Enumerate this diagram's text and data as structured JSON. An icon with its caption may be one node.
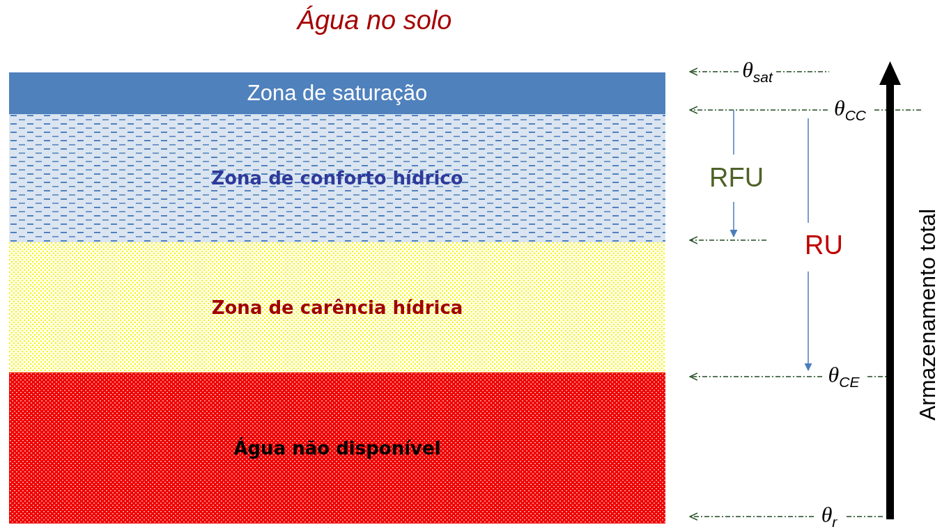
{
  "diagram": {
    "title": "Água no solo",
    "nodes": [
      {
        "text": [
          "Zona de saturação"
        ]
      },
      {
        "text": [
          "Zona de conforto hídrico"
        ]
      },
      {
        "text": [
          "Zona de carência hídrica"
        ]
      },
      {
        "text": [
          "Água não disponível"
        ]
      },
      {
        "text": [
          "θ$_{sat}$"
        ]
      },
      {
        "text": [
          "θ$_{CC}$"
        ]
      },
      {
        "text": [
          "θ$_{CE}$"
        ]
      },
      {
        "text": [
          "θ$_{r}$"
        ]
      }
    ],
    "edges": [
      {
        "from": 4,
        "to": null,
        "arrow": "to",
        "style": "dashed"
      },
      {
        "from": 5,
        "to": null,
        "arrow": "to",
        "style": "dashed"
      },
      {
        "from": 6,
        "to": null,
        "arrow": "to",
        "style": "dashed"
      },
      {
        "from": 7,
        "to": null,
        "arrow": "to",
        "style": "dashed"
      }
    ],
    "labels": [
      "RFU",
      "RU",
      "Armazenamento total"
    ]
  }
}
